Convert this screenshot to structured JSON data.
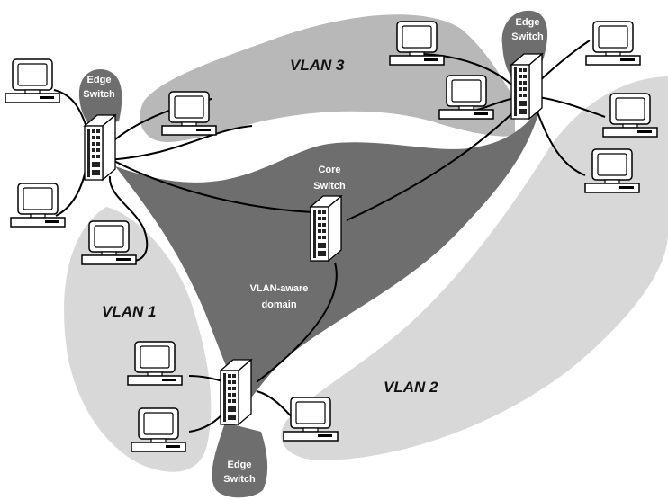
{
  "colors": {
    "vlan_region": "#d8d8d8",
    "vlan3_region": "#b8b8b8",
    "core_domain": "#6e6e6e",
    "text_dark": "#111111",
    "text_light": "#ffffff"
  },
  "labels": {
    "vlan1": "VLAN 1",
    "vlan2": "VLAN 2",
    "vlan3": "VLAN 3",
    "domain_line1": "VLAN-aware",
    "domain_line2": "domain",
    "core_line1": "Core",
    "core_line2": "Switch",
    "edge_line1": "Edge",
    "edge_line2": "Switch"
  },
  "icons": {
    "switch": "network-switch-icon",
    "computer": "computer-icon"
  }
}
